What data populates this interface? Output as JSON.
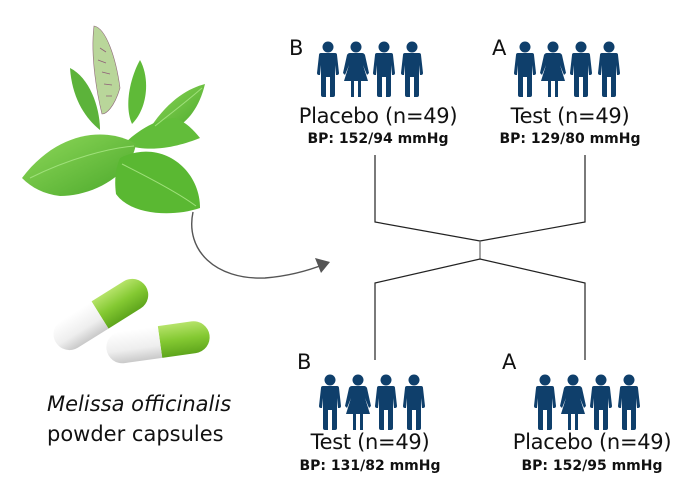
{
  "source": {
    "plant_image": "lemon-balm-plant",
    "capsules_image": "green-white-capsules",
    "caption": {
      "species": "Melissa officinalis",
      "product": "powder capsules"
    }
  },
  "colors": {
    "people": "#0f3f6b",
    "lines": "#222222",
    "arrow": "#555555",
    "capsule_green": "#8ccc3a",
    "capsule_white": "#f2f2f2",
    "leaf_green": "#6cc63c"
  },
  "groups": [
    {
      "id": "top-left",
      "letter": "B",
      "title": "Placebo (n=49)",
      "bp": "BP: 152/94 mmHg"
    },
    {
      "id": "top-right",
      "letter": "A",
      "title": "Test (n=49)",
      "bp": "BP: 129/80 mmHg"
    },
    {
      "id": "bottom-left",
      "letter": "B",
      "title": "Test (n=49)",
      "bp": "BP: 131/82 mmHg"
    },
    {
      "id": "bottom-right",
      "letter": "A",
      "title": "Placebo (n=49)",
      "bp": "BP: 152/95 mmHg"
    }
  ],
  "people_per_group": [
    "man",
    "woman",
    "man",
    "man"
  ]
}
